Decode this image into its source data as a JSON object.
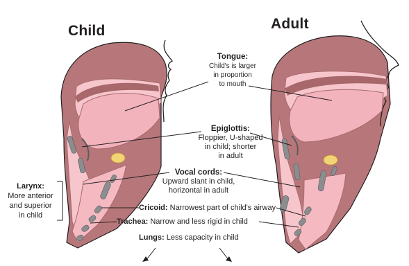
{
  "titles": {
    "child": "Child",
    "adult": "Adult"
  },
  "labels": {
    "tongue": {
      "title": "Tongue:",
      "lines": [
        "Child's is larger",
        "in proportion",
        "to mouth"
      ]
    },
    "epiglottis": {
      "title": "Epiglottis:",
      "lines": [
        "Floppier, U-shaped",
        "in child; shorter",
        "in adult"
      ]
    },
    "vocal_cords": {
      "title": "Vocal cords:",
      "lines": [
        "Upward slant in child,",
        "horizontal in adult"
      ]
    },
    "larynx": {
      "title": "Larynx:",
      "lines": [
        "More anterior",
        "and superior",
        "in child"
      ]
    },
    "cricoid": {
      "title": "Cricoid:",
      "text": "Narrowest part of child's airway"
    },
    "trachea": {
      "title": "Trachea:",
      "text": "Narrow and less rigid in child"
    },
    "lungs": {
      "title": "Lungs:",
      "text": "Less capacity in child"
    }
  },
  "colors": {
    "tissue_dark": "#b7777a",
    "tissue_light": "#f7c6cc",
    "airway_pink": "#f4b9c1",
    "cartilage": "#8b8d8f",
    "hyoid": "#f2d477",
    "outline": "#231f20"
  }
}
